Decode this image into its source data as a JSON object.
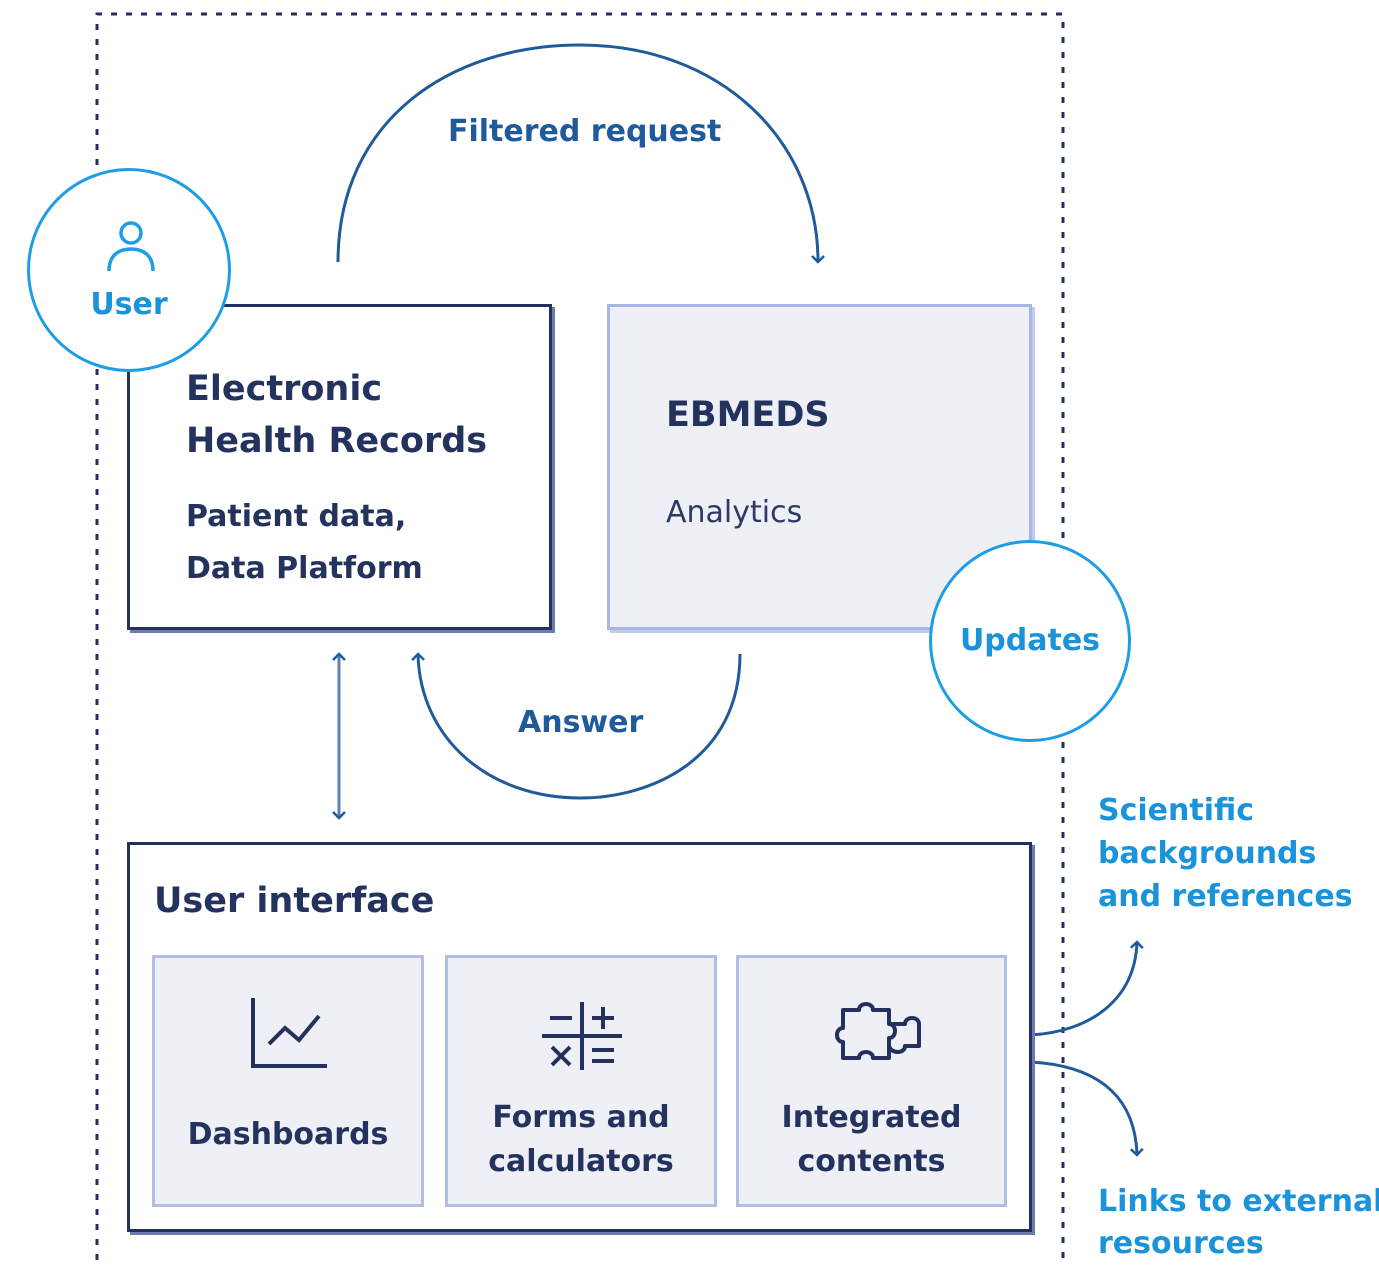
{
  "diagram": {
    "arrows": {
      "filtered_request": "Filtered request",
      "answer": "Answer"
    },
    "user": {
      "label": "User",
      "icon": "user-icon"
    },
    "updates": {
      "label": "Updates"
    },
    "ehr": {
      "title_line1": "Electronic",
      "title_line2": "Health Records",
      "detail_line1": "Patient data,",
      "detail_line2": "Data Platform"
    },
    "ebmeds": {
      "title": "EBMEDS",
      "detail": "Analytics"
    },
    "user_interface": {
      "title": "User interface",
      "tiles": [
        {
          "icon": "line-chart-icon",
          "line1": "Dashboards",
          "line2": ""
        },
        {
          "icon": "calculator-icon",
          "line1": "Forms and",
          "line2": "calculators"
        },
        {
          "icon": "puzzle-icon",
          "line1": "Integrated",
          "line2": "contents"
        }
      ]
    },
    "external": {
      "scientific_line1": "Scientific",
      "scientific_line2": "backgrounds",
      "scientific_line3": "and references",
      "links_line1": "Links to external",
      "links_line2": "resources"
    },
    "colors": {
      "navy": "#24315f",
      "accent_blue": "#1e9de5",
      "arrow_blue": "#1f5b9a",
      "panel_fill": "#eef0f6"
    }
  }
}
